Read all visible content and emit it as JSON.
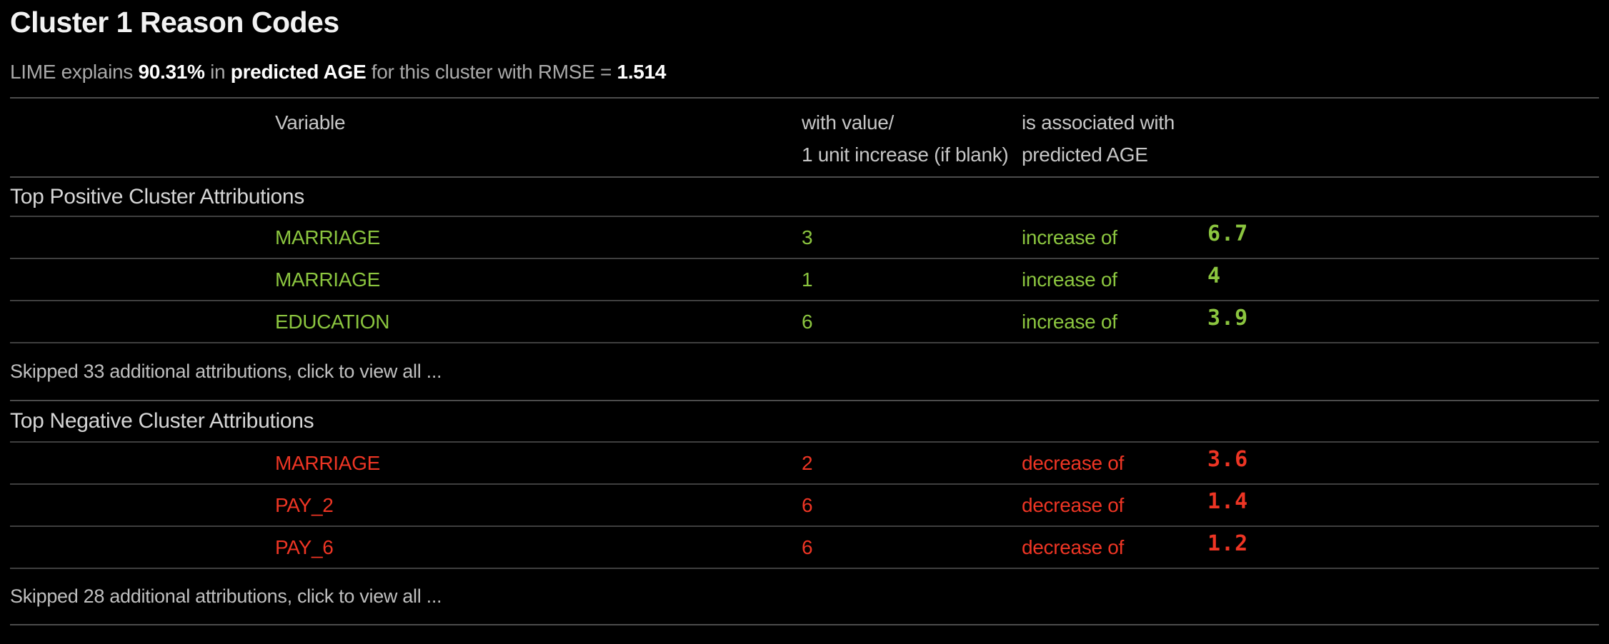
{
  "header": {
    "title": "Cluster 1 Reason Codes",
    "subtitle": {
      "segments": [
        {
          "text": "LIME explains ",
          "emphasis": false
        },
        {
          "text": "90.31%",
          "emphasis": true
        },
        {
          "text": " in ",
          "emphasis": false
        },
        {
          "text": "predicted AGE",
          "emphasis": true
        },
        {
          "text": " for this cluster with RMSE = ",
          "emphasis": false
        },
        {
          "text": "1.514",
          "emphasis": true
        }
      ]
    }
  },
  "table": {
    "columns": {
      "variable": "Variable",
      "value_line1": "with value/",
      "value_line2": "1 unit increase (if blank)",
      "assoc_line1": "is associated with",
      "assoc_line2": "predicted AGE"
    },
    "sections": {
      "positive": {
        "title": "Top Positive Cluster Attributions",
        "rows": [
          {
            "variable": "MARRIAGE",
            "value": "3",
            "direction": "increase of",
            "amount": "6.7"
          },
          {
            "variable": "MARRIAGE",
            "value": "1",
            "direction": "increase of",
            "amount": "4"
          },
          {
            "variable": "EDUCATION",
            "value": "6",
            "direction": "increase of",
            "amount": "3.9"
          }
        ],
        "skipped_note": "Skipped 33 additional attributions, click to view all ..."
      },
      "negative": {
        "title": "Top Negative Cluster Attributions",
        "rows": [
          {
            "variable": "MARRIAGE",
            "value": "2",
            "direction": "decrease of",
            "amount": "3.6"
          },
          {
            "variable": "PAY_2",
            "value": "6",
            "direction": "decrease of",
            "amount": "1.4"
          },
          {
            "variable": "PAY_6",
            "value": "6",
            "direction": "decrease of",
            "amount": "1.2"
          }
        ],
        "skipped_note": "Skipped 28 additional attributions, click to view all ..."
      }
    }
  },
  "colors": {
    "background": "#000000",
    "positive_green": "#8bc53f",
    "negative_red": "#ee3524",
    "divider_gray": "#4c4c4c",
    "title_white": "#f2f2f2",
    "body_gray": "#c8c8c8"
  }
}
